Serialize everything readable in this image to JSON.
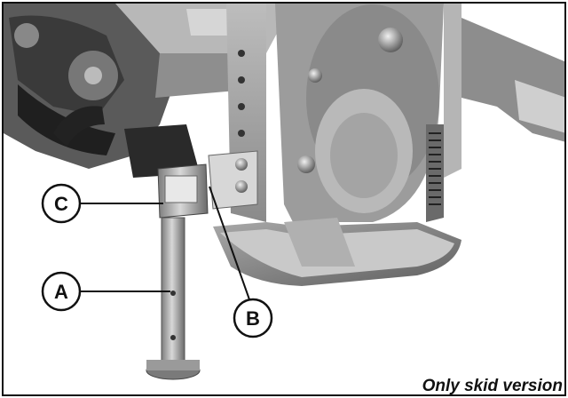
{
  "callouts": {
    "a": "A",
    "b": "B",
    "c": "C"
  },
  "caption": "Only skid version",
  "colors": {
    "background": "#ffffff",
    "ink": "#111111",
    "metal_light": "#cfcfcf",
    "metal_mid": "#9a9a9a",
    "metal_dark": "#4a4a4a",
    "shadow": "#1e1e1e"
  },
  "icons": [
    "photo-illustration"
  ]
}
